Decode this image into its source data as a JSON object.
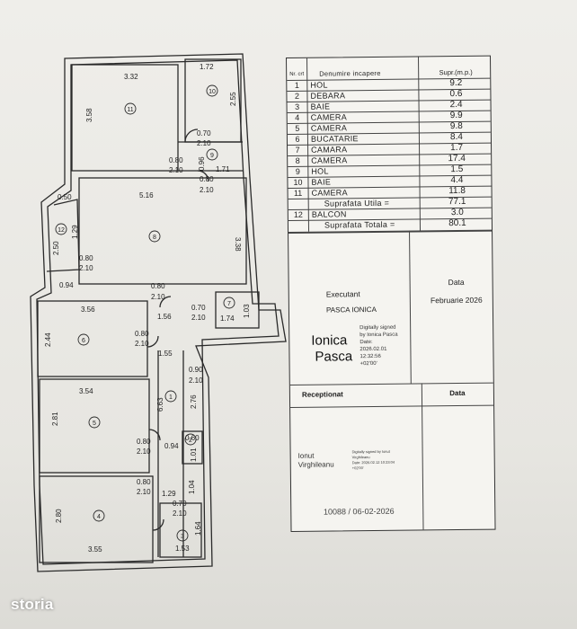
{
  "plan": {
    "dims": [
      "3.32",
      "1.72",
      "3.58",
      "2.55",
      "0.70",
      "2.10",
      "0.96",
      "0.80",
      "2.10",
      "1.71",
      "0.80",
      "2.10",
      "0.50",
      "5.16",
      "3.38",
      "1.29",
      "2.50",
      "0.80",
      "2.10",
      "0.94",
      "0.80",
      "2.10",
      "3.56",
      "0.70",
      "2.10",
      "1.03",
      "1.56",
      "1.74",
      "2.44",
      "0.80",
      "2.10",
      "1.55",
      "0.90",
      "2.10",
      "3.54",
      "6.63",
      "2.76",
      "2.81",
      "0.80",
      "2.10",
      "0.94",
      "0.60",
      "1.01",
      "0.80",
      "2.10",
      "1.29",
      "1.04",
      "2.80",
      "0.70",
      "2.10",
      "3.55",
      "1.53",
      "1.64"
    ],
    "rooms": [
      "11",
      "10",
      "9",
      "8",
      "12",
      "7",
      "6",
      "1",
      "5",
      "2",
      "4",
      "3"
    ]
  },
  "table": {
    "header": {
      "nr": "Nr. crt",
      "name": "Denumire incapere",
      "area": "Supr.(m.p.)"
    },
    "rows": [
      {
        "nr": "1",
        "name": "HOL",
        "area": "9.2"
      },
      {
        "nr": "2",
        "name": "DEBARA",
        "area": "0.6"
      },
      {
        "nr": "3",
        "name": "BAIE",
        "area": "2.4"
      },
      {
        "nr": "4",
        "name": "CAMERA",
        "area": "9.9"
      },
      {
        "nr": "5",
        "name": "CAMERA",
        "area": "9.8"
      },
      {
        "nr": "6",
        "name": "BUCATARIE",
        "area": "8.4"
      },
      {
        "nr": "7",
        "name": "CAMARA",
        "area": "1.7"
      },
      {
        "nr": "8",
        "name": "CAMERA",
        "area": "17.4"
      },
      {
        "nr": "9",
        "name": "HOL",
        "area": "1.5"
      },
      {
        "nr": "10",
        "name": "BAIE",
        "area": "4.4"
      },
      {
        "nr": "11",
        "name": "CAMERA",
        "area": "11.8"
      }
    ],
    "util": {
      "label": "Suprafata Utila =",
      "value": "77.1"
    },
    "balcon": {
      "nr": "12",
      "name": "BALCON",
      "area": "3.0"
    },
    "total": {
      "label": "Suprafata Totala =",
      "value": "80.1"
    },
    "executant_label": "Executant",
    "executant_name": "PASCA IONICA",
    "data_label": "Data",
    "data_value": "Februarie 2026",
    "sig1": {
      "line1": "Ionica",
      "line2": "Pasca",
      "note1": "Digitally signed",
      "note2": "by Ionica Pasca",
      "note3": "Date:",
      "note4": "2026.02.01",
      "note5": "12:32:56",
      "note6": "+02'00'"
    },
    "receptionat_label": "Receptionat",
    "data2_label": "Data",
    "sig2": {
      "line1": "Ionut",
      "line2": "Virghileanu",
      "note1": "Digitally signed by Ionut",
      "note2": "Virghileanu",
      "note3": "Date: 2026.02.12 10:23:04",
      "note4": "+02'00'"
    },
    "number": "10088 / 06-02-2026"
  },
  "watermark": "storia"
}
